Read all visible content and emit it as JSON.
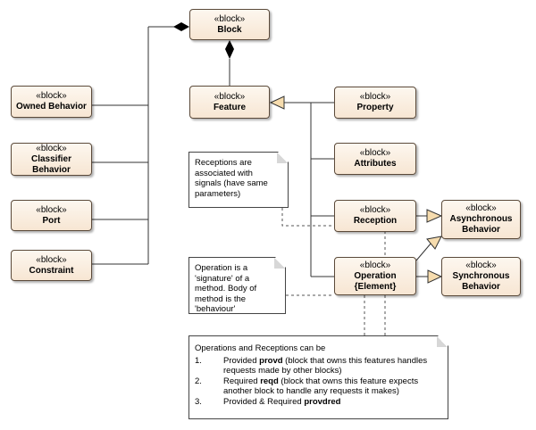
{
  "blocks": {
    "block": {
      "stereotype": "«block»",
      "name": "Block"
    },
    "feature": {
      "stereotype": "«block»",
      "name": "Feature"
    },
    "owned_behavior": {
      "stereotype": "«block»",
      "name": "Owned Behavior"
    },
    "classifier_behavior": {
      "stereotype": "«block»",
      "name": "Classifier Behavior"
    },
    "port": {
      "stereotype": "«block»",
      "name": "Port"
    },
    "constraint": {
      "stereotype": "«block»",
      "name": "Constraint"
    },
    "property": {
      "stereotype": "«block»",
      "name": "Property"
    },
    "attributes": {
      "stereotype": "«block»",
      "name": "Attributes"
    },
    "reception": {
      "stereotype": "«block»",
      "name": "Reception"
    },
    "operation": {
      "stereotype": "«block»",
      "name": "Operation",
      "subtitle": "{Element}"
    },
    "asynchronous_behavior": {
      "stereotype": "«block»",
      "name": "Asynchronous",
      "name2": "Behavior"
    },
    "synchronous_behavior": {
      "stereotype": "«block»",
      "name": "Synchronous",
      "name2": "Behavior"
    }
  },
  "notes": {
    "receptions": "Receptions are associated with signals (have same parameters)",
    "operation": "Operation is a 'signature' of a method. Body of method is the 'behaviour'",
    "operations_receptions": {
      "intro": "Operations and Receptions can be",
      "items": [
        {
          "num": "1.",
          "pre": "Provided ",
          "bold": "provd",
          "post": " (block that owns this features handles requests made by other blocks)"
        },
        {
          "num": "2.",
          "pre": "Required ",
          "bold": "reqd",
          "post": " (block that owns this feature expects another block to handle any requests it makes)"
        },
        {
          "num": "3.",
          "pre": "Provided & Required ",
          "bold": "provdred",
          "post": ""
        }
      ]
    }
  }
}
